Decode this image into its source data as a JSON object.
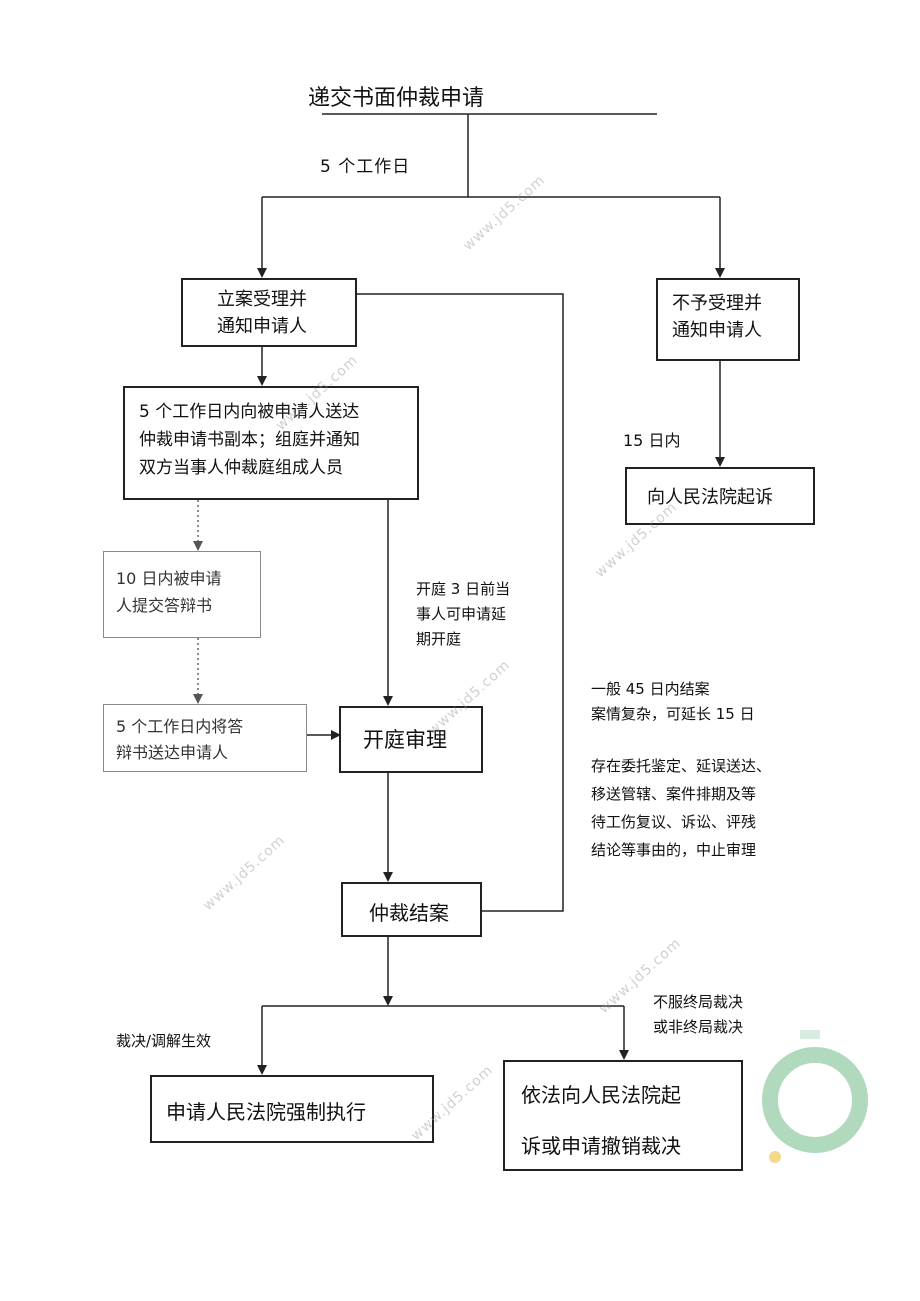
{
  "title": "递交书面仲裁申请",
  "labels": {
    "five_days_top": "5 个工作日",
    "fifteen_days": "15 日内",
    "postpone_note": "开庭 3 日前当\n事人可申请延\n期开庭",
    "duration_note": "一般 45 日内结案\n案情复杂，可延长 15 日",
    "suspend_note": "存在委托鉴定、延误送达、\n移送管辖、案件排期及等\n待工伤复议、诉讼、评残\n结论等事由的，中止审理",
    "effective": "裁决/调解生效",
    "not_accept_ruling": "不服终局裁决\n或非终局裁决"
  },
  "boxes": {
    "accept": "立案受理并\n通知申请人",
    "reject": "不予受理并\n通知申请人",
    "sue_court": "向人民法院起诉",
    "serve_copy": "5 个工作日内向被申请人送达\n仲裁申请书副本；组庭并通知\n双方当事人仲裁庭组成人员",
    "defense": "10 日内被申请\n人提交答辩书",
    "deliver_defense": "5 个工作日内将答\n辩书送达申请人",
    "hearing": "开庭审理",
    "close_case": "仲裁结案",
    "enforce": "申请人民法院强制执行",
    "appeal_line1": "依法向人民法院起",
    "appeal_line2": "诉或申请撤销裁决"
  },
  "watermark_text": "www.jd5.com"
}
